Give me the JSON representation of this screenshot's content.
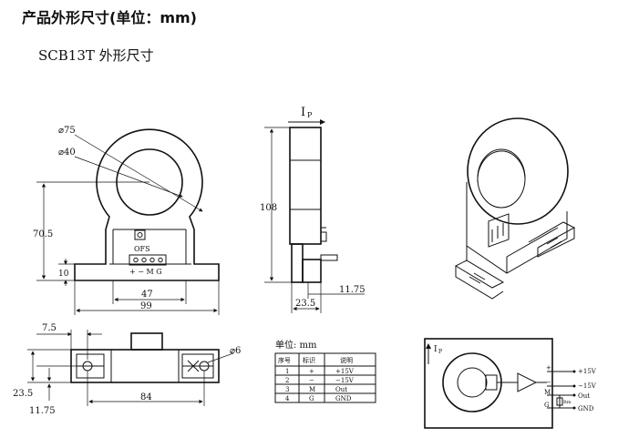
{
  "heading": "产品外形尺寸(单位：mm)",
  "subheading": "SCB13T 外形尺寸",
  "front_view": {
    "dia_outer": "⌀75",
    "dia_inner": "⌀40",
    "height_label": "70.5",
    "base_label": "10",
    "width_inner": "47",
    "width_outer": "99",
    "ofs_label": "OFS",
    "pins_label": "+ − M G"
  },
  "side_view": {
    "current_label": "I",
    "current_sub": "P",
    "height_label": "108",
    "width_label": "23.5",
    "offset_label": "11.75"
  },
  "bottom_view": {
    "top_label": "7.5",
    "hole_label": "⌀6",
    "left_label1": "23.5",
    "left_label2": "11.75",
    "width_label": "84"
  },
  "pin_table": {
    "unit_label": "单位: mm",
    "headers": [
      "序号",
      "标识",
      "说明"
    ],
    "rows": [
      [
        "1",
        "+",
        "+15V"
      ],
      [
        "2",
        "−",
        "−15V"
      ],
      [
        "3",
        "M",
        "Out"
      ],
      [
        "4",
        "G",
        "GND"
      ]
    ]
  },
  "schematic": {
    "current_label": "I",
    "current_sub": "P",
    "plus_label": "+",
    "minus_label": "−",
    "m_label": "M",
    "g_label": "G",
    "out_plus": "+15V",
    "out_minus": "−15V",
    "out_out": "Out",
    "out_gnd": "GND",
    "rm_label": "Rm"
  }
}
